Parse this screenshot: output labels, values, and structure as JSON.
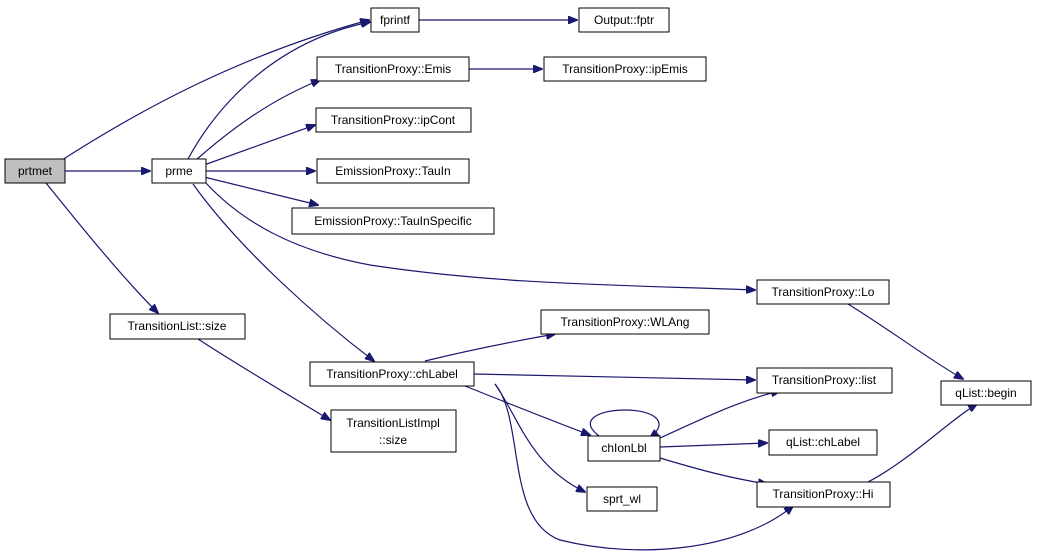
{
  "colors": {
    "edge": "#191970",
    "node_fill": "#ffffff",
    "root_fill": "#bfbfbf",
    "border": "#000000"
  },
  "nodes": {
    "prtmet": {
      "label": "prtmet",
      "root": true
    },
    "prme": {
      "label": "prme"
    },
    "fprintf": {
      "label": "fprintf"
    },
    "output_fptr": {
      "label": "Output::fptr"
    },
    "tp_emis": {
      "label": "TransitionProxy::Emis"
    },
    "tp_ipemis": {
      "label": "TransitionProxy::ipEmis"
    },
    "tp_ipcont": {
      "label": "TransitionProxy::ipCont"
    },
    "ep_tauin": {
      "label": "EmissionProxy::TauIn"
    },
    "ep_tauinspecific": {
      "label": "EmissionProxy::TauInSpecific"
    },
    "tp_lo": {
      "label": "TransitionProxy::Lo"
    },
    "tl_size": {
      "label": "TransitionList::size"
    },
    "tp_wlang": {
      "label": "TransitionProxy::WLAng"
    },
    "tp_chlabel": {
      "label": "TransitionProxy::chLabel"
    },
    "tp_list": {
      "label": "TransitionProxy::list"
    },
    "qlist_begin": {
      "label": "qList::begin"
    },
    "tli_size": {
      "label1": "TransitionListImpl",
      "label2": "::size"
    },
    "chionlbl": {
      "label": "chIonLbl"
    },
    "qlist_chlabel": {
      "label": "qList::chLabel"
    },
    "sprt_wl": {
      "label": "sprt_wl"
    },
    "tp_hi": {
      "label": "TransitionProxy::Hi"
    }
  }
}
